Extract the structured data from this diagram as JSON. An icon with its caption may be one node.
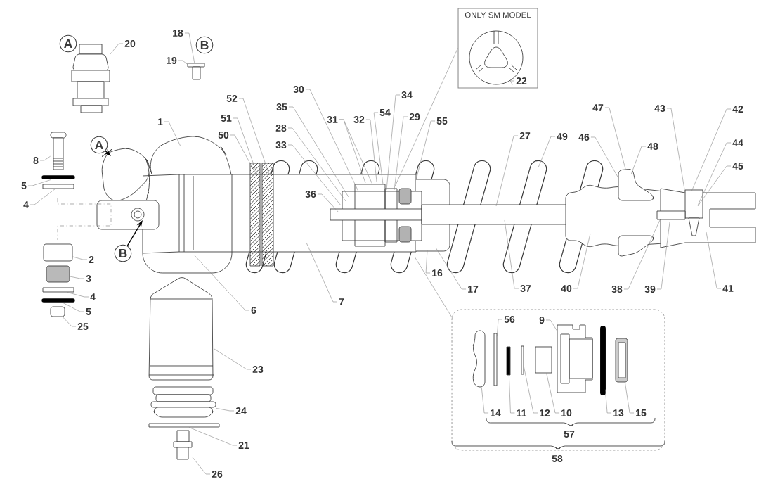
{
  "diagram": {
    "nodes": [
      {
        "text": [
          "A"
        ]
      },
      {
        "text": [
          "20"
        ]
      },
      {
        "text": [
          "18"
        ]
      },
      {
        "text": [
          "B"
        ]
      },
      {
        "text": [
          "19"
        ]
      },
      {
        "text": [
          "ONLY SM MODEL"
        ]
      },
      {
        "text": [
          "22"
        ],
        "in": 5
      },
      {
        "text": [
          "30"
        ]
      },
      {
        "text": [
          "34"
        ]
      },
      {
        "text": [
          "52"
        ]
      },
      {
        "text": [
          "35"
        ]
      },
      {
        "text": [
          "47"
        ]
      },
      {
        "text": [
          "43"
        ]
      },
      {
        "text": [
          "42"
        ]
      },
      {
        "text": [
          "54"
        ]
      },
      {
        "text": [
          "29"
        ]
      },
      {
        "text": [
          "51"
        ]
      },
      {
        "text": [
          "31"
        ]
      },
      {
        "text": [
          "32"
        ]
      },
      {
        "text": [
          "55"
        ]
      },
      {
        "text": [
          "1"
        ]
      },
      {
        "text": [
          "28"
        ]
      },
      {
        "text": [
          "50"
        ]
      },
      {
        "text": [
          "27"
        ]
      },
      {
        "text": [
          "49"
        ]
      },
      {
        "text": [
          "46"
        ]
      },
      {
        "text": [
          "44"
        ]
      },
      {
        "text": [
          "A"
        ]
      },
      {
        "text": [
          "33"
        ]
      },
      {
        "text": [
          "48"
        ]
      },
      {
        "text": [
          "8"
        ]
      },
      {
        "text": [
          "45"
        ]
      },
      {
        "text": [
          "5"
        ]
      },
      {
        "text": [
          "36"
        ]
      },
      {
        "text": [
          "4"
        ]
      },
      {
        "text": [
          "B"
        ]
      },
      {
        "text": [
          "2"
        ]
      },
      {
        "text": [
          "16"
        ]
      },
      {
        "text": [
          "3"
        ]
      },
      {
        "text": [
          "17"
        ]
      },
      {
        "text": [
          "37"
        ]
      },
      {
        "text": [
          "40"
        ]
      },
      {
        "text": [
          "38"
        ]
      },
      {
        "text": [
          "39"
        ]
      },
      {
        "text": [
          "41"
        ]
      },
      {
        "text": [
          "4"
        ]
      },
      {
        "text": [
          "7"
        ]
      },
      {
        "text": [
          "6"
        ]
      },
      {
        "text": [
          "5"
        ]
      },
      {
        "text": [],
        "shape": "box"
      },
      {
        "text": [
          "56"
        ],
        "in": 49
      },
      {
        "text": [
          "9"
        ],
        "in": 49
      },
      {
        "text": [
          "25"
        ]
      },
      {
        "text": [
          "23"
        ]
      },
      {
        "text": [
          "24"
        ]
      },
      {
        "text": [
          "14"
        ],
        "in": 49
      },
      {
        "text": [
          "11"
        ],
        "in": 49
      },
      {
        "text": [
          "12"
        ],
        "in": 49
      },
      {
        "text": [
          "10"
        ],
        "in": 49
      },
      {
        "text": [
          "13"
        ],
        "in": 49
      },
      {
        "text": [
          "15"
        ],
        "in": 49
      },
      {
        "text": [
          "21"
        ]
      },
      {
        "text": [
          "26"
        ]
      },
      {
        "text": [],
        "shape": "picture"
      },
      {
        "text": [],
        "shape": "picture"
      },
      {
        "text": [],
        "shape": "picture"
      },
      {
        "text": [],
        "shape": "bar"
      },
      {
        "text": [],
        "shape": "box"
      },
      {
        "text": [],
        "shape": "box"
      },
      {
        "text": [],
        "shape": "box"
      },
      {
        "text": [],
        "shape": "box"
      },
      {
        "text": [],
        "shape": "bar"
      },
      {
        "text": [],
        "shape": "box"
      },
      {
        "text": [],
        "shape": "picture"
      },
      {
        "text": [],
        "shape": "picture"
      },
      {
        "text": [],
        "shape": "box"
      },
      {
        "text": [],
        "shape": "picture"
      },
      {
        "text": [],
        "shape": "picture",
        "in": 5
      },
      {
        "text": [],
        "shape": "box",
        "in": 49
      },
      {
        "text": [],
        "shape": "box",
        "in": 49
      },
      {
        "text": [],
        "shape": "bar",
        "in": 49
      },
      {
        "text": [],
        "shape": "box",
        "in": 49
      },
      {
        "text": [],
        "shape": "box",
        "in": 49
      },
      {
        "text": [],
        "shape": "picture",
        "in": 49
      },
      {
        "text": [],
        "shape": "bar",
        "in": 49
      },
      {
        "text": [],
        "shape": "picture",
        "in": 49
      }
    ],
    "edges": [
      {
        "from": 1,
        "to": 63,
        "arrow": "none"
      },
      {
        "from": 2,
        "to": 64,
        "arrow": "none"
      },
      {
        "from": 4,
        "to": 64,
        "arrow": "none"
      },
      {
        "from": 5,
        "to": null,
        "arrow": "none"
      },
      {
        "from": 6,
        "to": 77,
        "arrow": "none"
      },
      {
        "from": 7,
        "to": null,
        "arrow": "none"
      },
      {
        "from": 8,
        "to": null,
        "arrow": "none"
      },
      {
        "from": 9,
        "to": null,
        "arrow": "none"
      },
      {
        "from": 10,
        "to": null,
        "arrow": "none"
      },
      {
        "from": 11,
        "to": null,
        "arrow": "none"
      },
      {
        "from": 12,
        "to": null,
        "arrow": "none"
      },
      {
        "from": 13,
        "to": null,
        "arrow": "none"
      },
      {
        "from": 14,
        "to": null,
        "arrow": "none"
      },
      {
        "from": 15,
        "to": null,
        "arrow": "none"
      },
      {
        "from": 16,
        "to": null,
        "arrow": "none"
      },
      {
        "from": 17,
        "to": null,
        "arrow": "none"
      },
      {
        "from": 17,
        "to": null,
        "arrow": "none"
      },
      {
        "from": 18,
        "to": null,
        "arrow": "none"
      },
      {
        "from": 19,
        "to": null,
        "arrow": "none"
      },
      {
        "from": 20,
        "to": null,
        "arrow": "none"
      },
      {
        "from": 21,
        "to": null,
        "arrow": "none"
      },
      {
        "from": 22,
        "to": null,
        "arrow": "none"
      },
      {
        "from": 23,
        "to": null,
        "arrow": "none"
      },
      {
        "from": 24,
        "to": null,
        "arrow": "none"
      },
      {
        "from": 25,
        "to": null,
        "arrow": "none"
      },
      {
        "from": 26,
        "to": null,
        "arrow": "none"
      },
      {
        "from": 27,
        "to": null,
        "arrow": "to",
        "color": "#000000"
      },
      {
        "from": 28,
        "to": null,
        "arrow": "none"
      },
      {
        "from": 29,
        "to": null,
        "arrow": "none"
      },
      {
        "from": 30,
        "to": 65,
        "arrow": "none"
      },
      {
        "from": 31,
        "to": null,
        "arrow": "none"
      },
      {
        "from": 32,
        "to": 66,
        "arrow": "none"
      },
      {
        "from": 33,
        "to": null,
        "arrow": "none"
      },
      {
        "from": 34,
        "to": 67,
        "arrow": "none"
      },
      {
        "from": 35,
        "to": null,
        "arrow": "to",
        "color": "#000000"
      },
      {
        "from": 36,
        "to": 68,
        "arrow": "none"
      },
      {
        "from": 37,
        "to": null,
        "arrow": "none"
      },
      {
        "from": 38,
        "to": 69,
        "arrow": "none"
      },
      {
        "from": 39,
        "to": null,
        "arrow": "none"
      },
      {
        "from": 40,
        "to": null,
        "arrow": "none"
      },
      {
        "from": 41,
        "to": null,
        "arrow": "none"
      },
      {
        "from": 42,
        "to": null,
        "arrow": "none"
      },
      {
        "from": 43,
        "to": null,
        "arrow": "none"
      },
      {
        "from": 44,
        "to": null,
        "arrow": "none"
      },
      {
        "from": 45,
        "to": 70,
        "arrow": "none"
      },
      {
        "from": 46,
        "to": null,
        "arrow": "none"
      },
      {
        "from": 47,
        "to": null,
        "arrow": "none"
      },
      {
        "from": 48,
        "to": 71,
        "arrow": "none"
      },
      {
        "from": 49,
        "to": null,
        "arrow": "none"
      },
      {
        "from": 50,
        "to": 79,
        "arrow": "none"
      },
      {
        "from": 51,
        "to": 83,
        "arrow": "none"
      },
      {
        "from": 52,
        "to": 72,
        "arrow": "none"
      },
      {
        "from": 53,
        "to": 73,
        "arrow": "none"
      },
      {
        "from": 54,
        "to": 74,
        "arrow": "none"
      },
      {
        "from": 55,
        "to": 78,
        "arrow": "none"
      },
      {
        "from": 56,
        "to": 80,
        "arrow": "none"
      },
      {
        "from": 57,
        "to": 81,
        "arrow": "none"
      },
      {
        "from": 58,
        "to": 82,
        "arrow": "none"
      },
      {
        "from": 59,
        "to": 84,
        "arrow": "none"
      },
      {
        "from": 60,
        "to": 85,
        "arrow": "none"
      },
      {
        "from": 61,
        "to": 75,
        "arrow": "none"
      },
      {
        "from": 62,
        "to": 76,
        "arrow": "none"
      }
    ],
    "labels": [
      "57",
      "58"
    ]
  }
}
